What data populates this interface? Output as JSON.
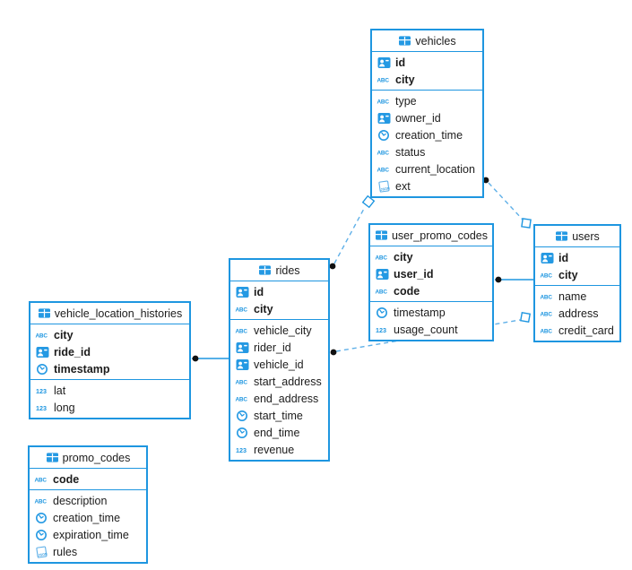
{
  "diagram": {
    "colors": {
      "accent": "#1e96e0",
      "icon_blue": "#2499e3",
      "dashed_line": "#5fb0e8",
      "relation_dot": "#111111",
      "background": "#ffffff",
      "text": "#1c1c1c"
    },
    "tables": [
      {
        "name": "vehicles",
        "pk": [
          {
            "name": "id",
            "type": "id"
          },
          {
            "name": "city",
            "type": "abc"
          }
        ],
        "fields": [
          {
            "name": "type",
            "type": "abc"
          },
          {
            "name": "owner_id",
            "type": "id"
          },
          {
            "name": "creation_time",
            "type": "datetime"
          },
          {
            "name": "status",
            "type": "abc"
          },
          {
            "name": "current_location",
            "type": "abc"
          },
          {
            "name": "ext",
            "type": "json"
          }
        ]
      },
      {
        "name": "user_promo_codes",
        "pk": [
          {
            "name": "city",
            "type": "abc"
          },
          {
            "name": "user_id",
            "type": "id"
          },
          {
            "name": "code",
            "type": "abc"
          }
        ],
        "fields": [
          {
            "name": "timestamp",
            "type": "datetime"
          },
          {
            "name": "usage_count",
            "type": "number"
          }
        ]
      },
      {
        "name": "users",
        "pk": [
          {
            "name": "id",
            "type": "id"
          },
          {
            "name": "city",
            "type": "abc"
          }
        ],
        "fields": [
          {
            "name": "name",
            "type": "abc"
          },
          {
            "name": "address",
            "type": "abc"
          },
          {
            "name": "credit_card",
            "type": "abc"
          }
        ]
      },
      {
        "name": "rides",
        "pk": [
          {
            "name": "id",
            "type": "id"
          },
          {
            "name": "city",
            "type": "abc"
          }
        ],
        "fields": [
          {
            "name": "vehicle_city",
            "type": "abc"
          },
          {
            "name": "rider_id",
            "type": "id"
          },
          {
            "name": "vehicle_id",
            "type": "id"
          },
          {
            "name": "start_address",
            "type": "abc"
          },
          {
            "name": "end_address",
            "type": "abc"
          },
          {
            "name": "start_time",
            "type": "datetime"
          },
          {
            "name": "end_time",
            "type": "datetime"
          },
          {
            "name": "revenue",
            "type": "number"
          }
        ]
      },
      {
        "name": "vehicle_location_histories",
        "pk": [
          {
            "name": "city",
            "type": "abc"
          },
          {
            "name": "ride_id",
            "type": "id"
          },
          {
            "name": "timestamp",
            "type": "datetime"
          }
        ],
        "fields": [
          {
            "name": "lat",
            "type": "number"
          },
          {
            "name": "long",
            "type": "number"
          }
        ]
      },
      {
        "name": "promo_codes",
        "pk": [
          {
            "name": "code",
            "type": "abc"
          }
        ],
        "fields": [
          {
            "name": "description",
            "type": "abc"
          },
          {
            "name": "creation_time",
            "type": "datetime"
          },
          {
            "name": "expiration_time",
            "type": "datetime"
          },
          {
            "name": "rules",
            "type": "json"
          }
        ]
      }
    ],
    "relations": [
      {
        "from": "vehicle_location_histories",
        "to": "rides",
        "style": "solid"
      },
      {
        "from": "user_promo_codes",
        "to": "users",
        "style": "solid"
      },
      {
        "from": "rides",
        "to": "vehicles",
        "style": "dashed"
      },
      {
        "from": "rides",
        "to": "users",
        "style": "dashed"
      },
      {
        "from": "vehicles",
        "to": "users",
        "style": "dashed"
      }
    ]
  }
}
